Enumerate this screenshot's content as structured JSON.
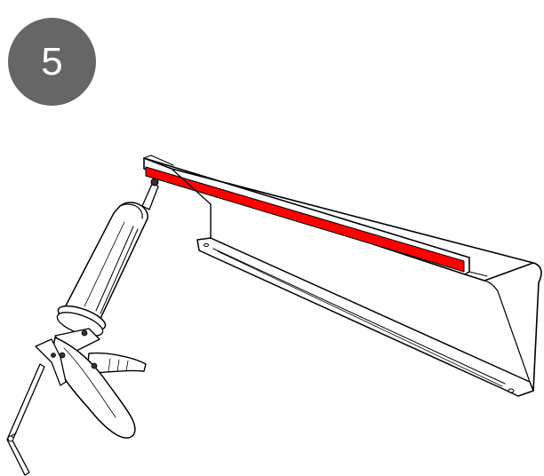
{
  "step": {
    "number": "5"
  },
  "colors": {
    "badge": "#666666",
    "badge_text": "#ffffff",
    "sealant_strip": "#ff0000",
    "outline": "#000000",
    "cartridge_fill": "#ffffff",
    "handle_fill": "#f0f0f0"
  },
  "icons": {
    "shelf": "metal-shelf-bracket-illustration",
    "tool": "caulking-gun-illustration"
  }
}
